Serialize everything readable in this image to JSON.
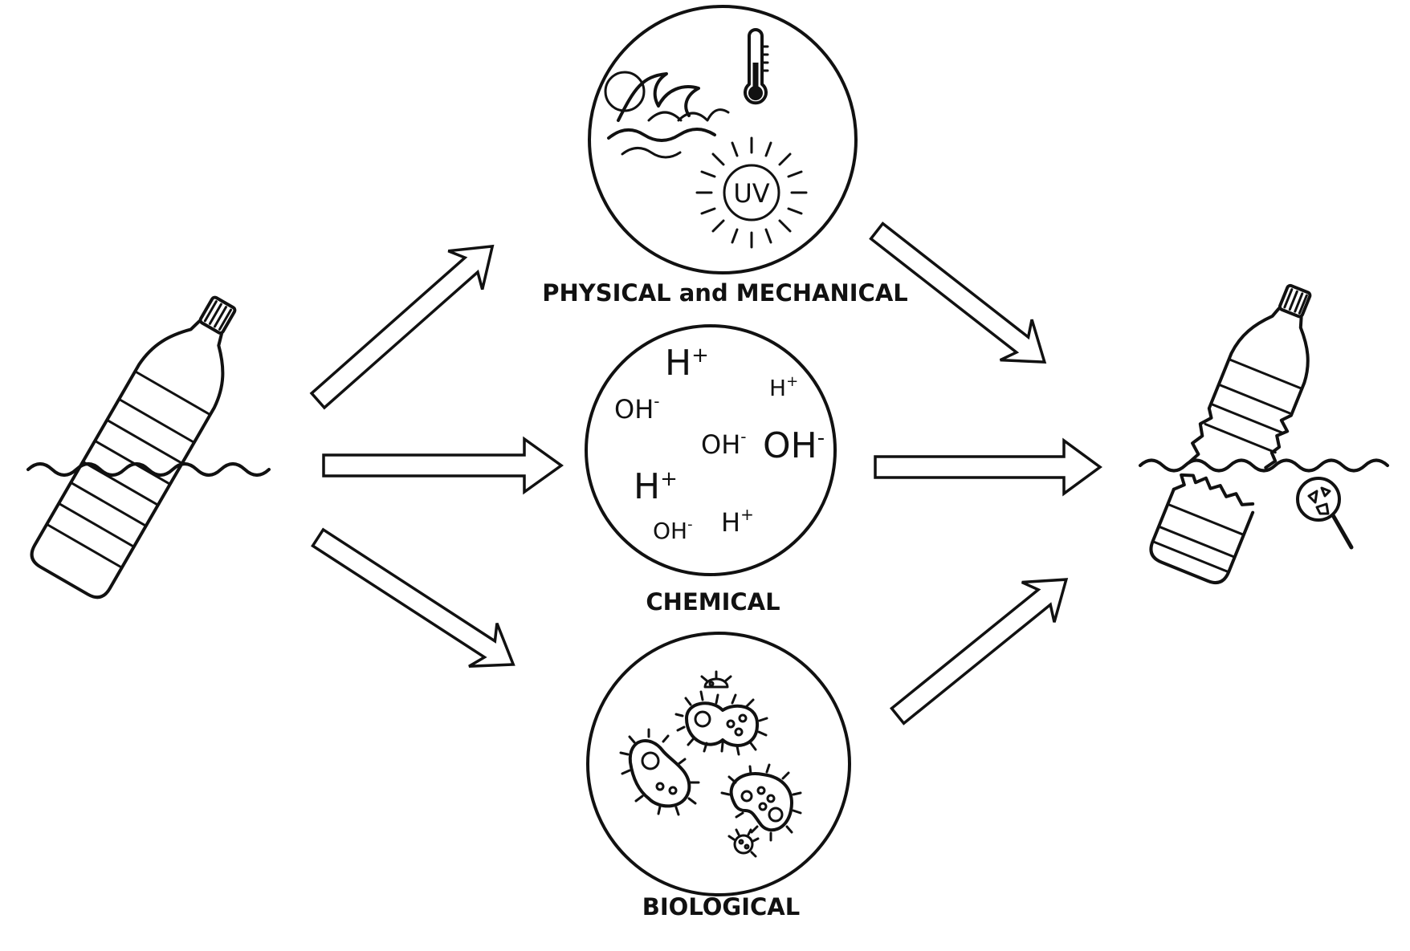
{
  "labels": {
    "physical": "PHYSICAL and MECHANICAL",
    "chemical": "CHEMICAL",
    "biological": "BIOLOGICAL"
  },
  "uv_text": "UV",
  "ions": [
    {
      "base": "H",
      "sup": "+",
      "size": "lg"
    },
    {
      "base": "H",
      "sup": "+",
      "size": "sm"
    },
    {
      "base": "OH",
      "sup": "-",
      "size": "md"
    },
    {
      "base": "OH",
      "sup": "-",
      "size": "md"
    },
    {
      "base": "OH",
      "sup": "-",
      "size": "lg"
    },
    {
      "base": "H",
      "sup": "+",
      "size": "lg"
    },
    {
      "base": "OH",
      "sup": "-",
      "size": "sm"
    },
    {
      "base": "H",
      "sup": "+",
      "size": "sm"
    }
  ]
}
